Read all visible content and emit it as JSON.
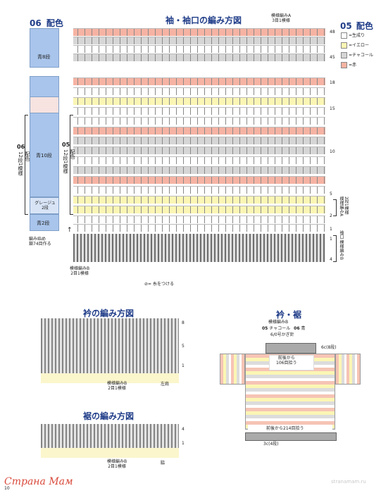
{
  "sleeve_diagram": {
    "title": "袖・袖口の編み方図",
    "pattern_a_note": "模様編みA\n3目1模様",
    "row_numbers": [
      "48",
      "45",
      "18",
      "15",
      "10",
      "5",
      "2",
      "1"
    ],
    "start_note": "編み始め\n鎖74目作る",
    "pattern_b_note": "模様編みB\n2目1模様",
    "attach_note": "= 糸をつける",
    "right_bracket_a": "2段1模様\n模様編みA",
    "right_bracket_b": "袖口 模様編みB",
    "row_4": "4",
    "row_1b": "1"
  },
  "scheme_06": {
    "header_num": "06",
    "header_label": "配色",
    "blue8": "青8段",
    "blue10": "青10段",
    "grayish": "グレージュ\n2段",
    "blue2": "青2段",
    "side_num": "06",
    "side_label": "配色\n12段1模様"
  },
  "scheme_05": {
    "header_num": "05",
    "header_label": "配色",
    "side_num": "05",
    "side_label": "配色\n12段1模様",
    "legend": [
      {
        "label": "=生成り",
        "color": "#ffffff"
      },
      {
        "label": "=イエロー",
        "color": "#fbf6b4"
      },
      {
        "label": "=チャコール",
        "color": "#d6d6d6"
      },
      {
        "label": "=赤",
        "color": "#f6b3a3"
      }
    ]
  },
  "collar_diagram": {
    "title": "衿の編み方図",
    "pattern_note": "模様編みB\n2目1模様",
    "left_shoulder": "左肩",
    "rows": [
      "8",
      "5",
      "1"
    ]
  },
  "hem_diagram": {
    "title": "裾の編み方図",
    "pattern_note": "模様編みB\n2目1模様",
    "side": "脇",
    "rows": [
      "4",
      "1"
    ]
  },
  "collar_hem_schematic": {
    "title": "衿・裾",
    "pattern_note": "模様編みB",
    "color_line_05": "05",
    "color_05": "チャコール",
    "color_line_06": "06",
    "color_06": "青",
    "hook": "6/0号かぎ針",
    "collar_rows": "6c(8段)",
    "collar_pickup": "前後から\n106目拾う",
    "hem_pickup": "前後から214目拾う",
    "hem_rows": "3c(4段)"
  },
  "footer": {
    "page_num": "10",
    "watermark": "Страна Мам",
    "watermark2": "stranamam.ru"
  }
}
